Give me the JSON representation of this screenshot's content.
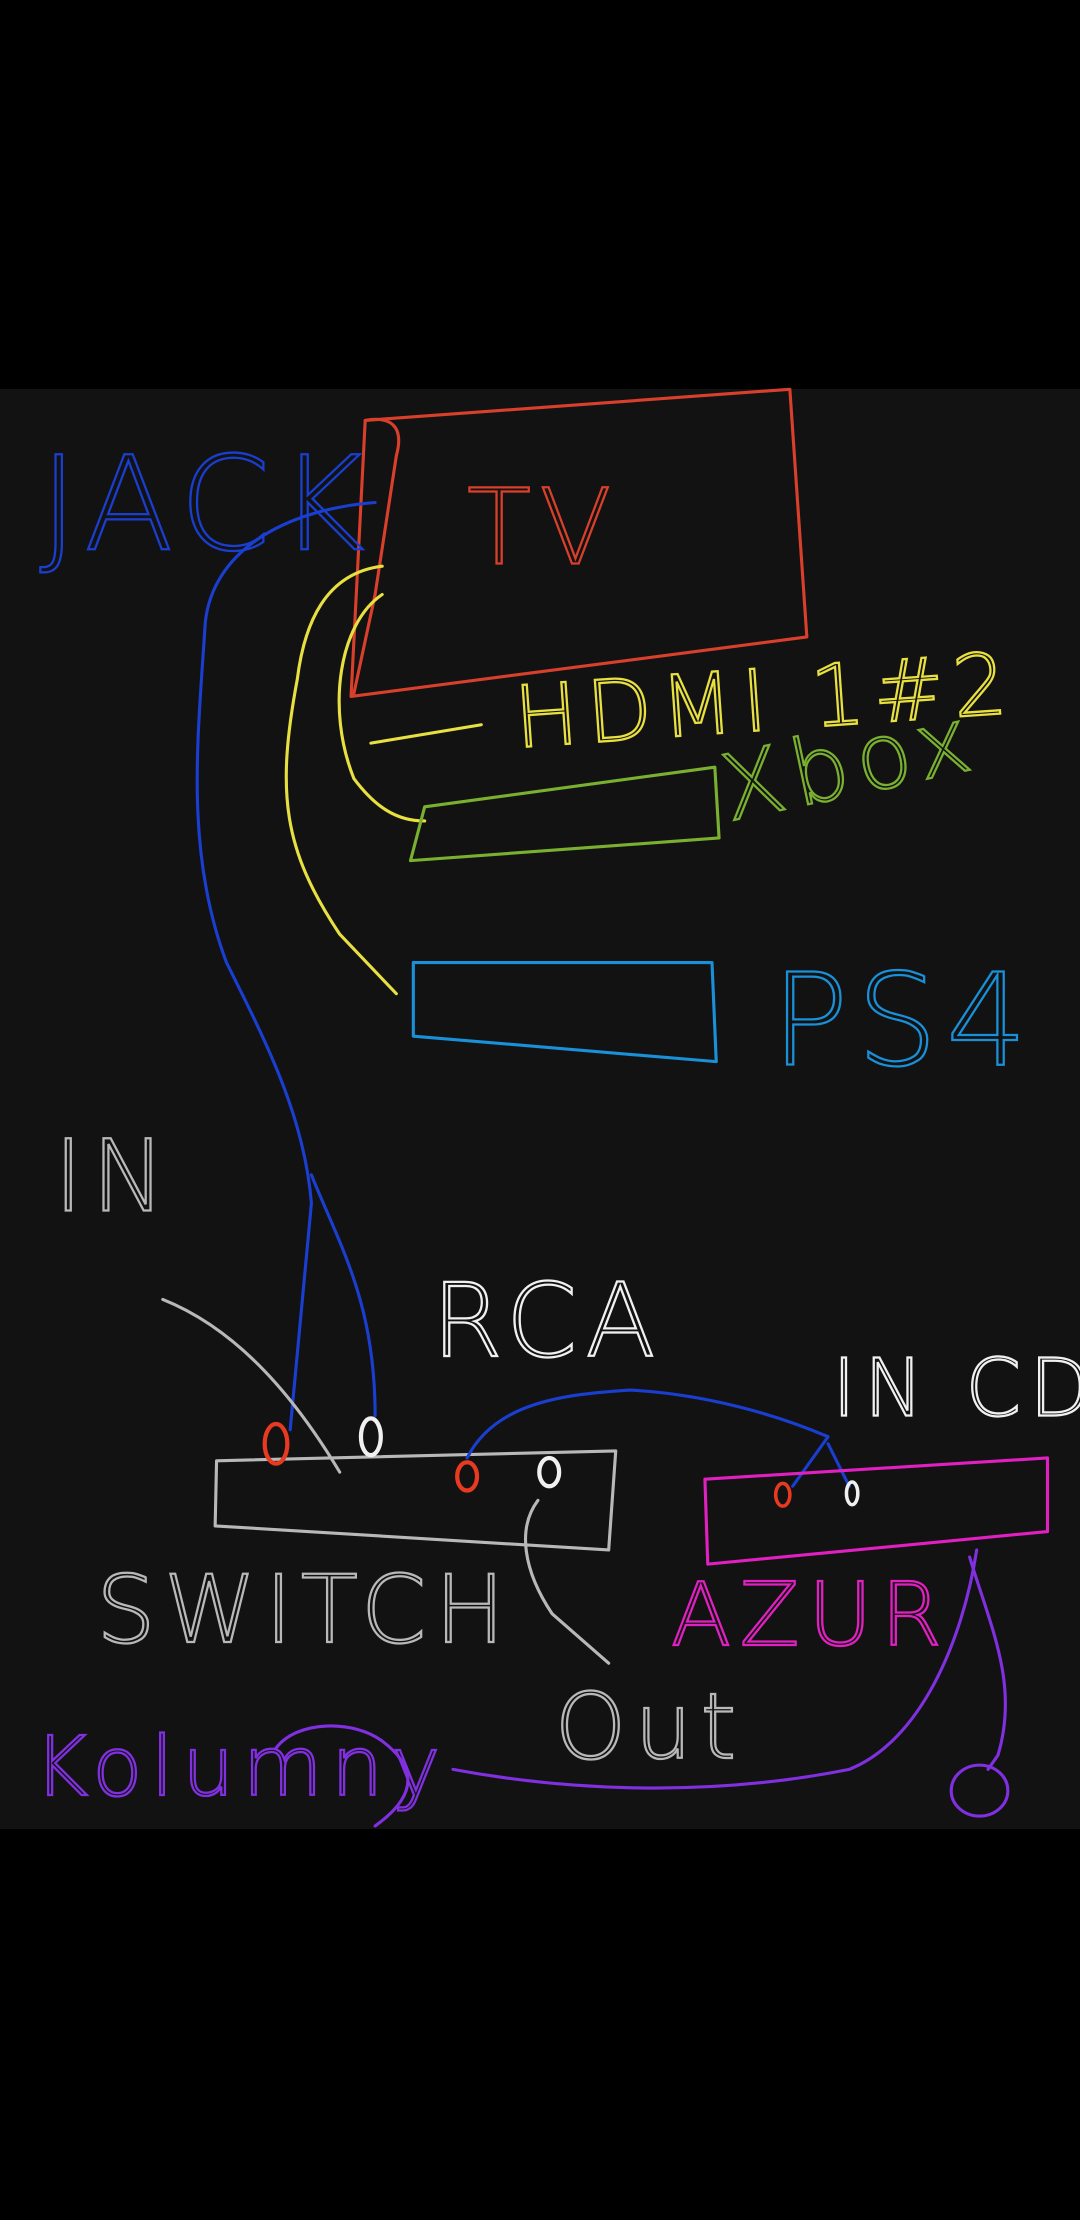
{
  "labels": {
    "jack": "JACK",
    "tv": "TV",
    "hdmi": "HDMI 1#2",
    "xbox": "Xbox",
    "ps4": "PS4",
    "in": "IN",
    "rca": "RCA",
    "in_cd": "IN CD",
    "switch": "SWITCH",
    "azur": "AZUR",
    "out": "Out",
    "kolumny": "Kolumny"
  },
  "colors": {
    "background": "#121212",
    "tv": "#d8402c",
    "jack": "#1a3fd0",
    "hdmi": "#e8e040",
    "xbox": "#7ab030",
    "ps4": "#1a90d8",
    "grey": "#b8b8b8",
    "white": "#f0f0f0",
    "azur": "#e020c0",
    "kolumny": "#8030e0",
    "plug_red": "#e83a20"
  }
}
